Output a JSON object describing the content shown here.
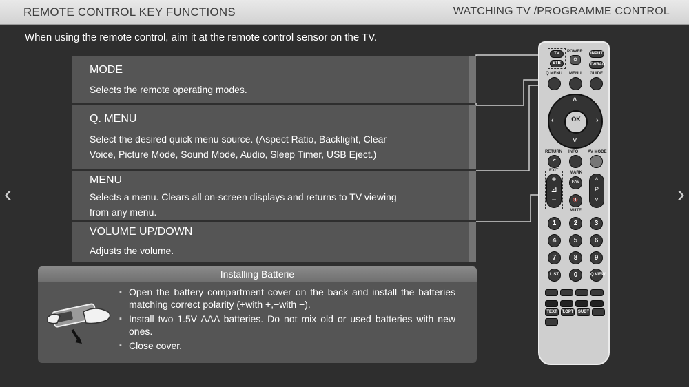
{
  "header": {
    "title": "REMOTE CONTROL KEY FUNCTIONS",
    "section": "WATCHING TV /PROGRAMME CONTROL"
  },
  "intro": "When using the remote control, aim it at the remote control sensor on the TV.",
  "nav": {
    "prev": "‹",
    "next": "›"
  },
  "panels": {
    "mode": {
      "title": "MODE",
      "desc": "Selects the remote operating modes."
    },
    "qmenu": {
      "title": "Q. MENU",
      "desc": "Select the desired quick menu source. (Aspect Ratio, Backlight, Clear Voice, Picture Mode, Sound Mode, Audio, Sleep Timer, USB Eject.)"
    },
    "menu": {
      "title": "MENU",
      "desc": "Selects a menu. Clears all on-screen displays and returns to TV viewing from any menu."
    },
    "volume": {
      "title": "VOLUME UP/DOWN",
      "desc": "Adjusts the volume."
    }
  },
  "battery": {
    "title": "Installing Batterie",
    "steps": [
      "Open the battery compartment cover on the back and install the batteries matching correct polarity (+with +,−with −).",
      "Install two 1.5V AAA batteries. Do not mix old or used batteries with new ones.",
      "Close cover."
    ]
  },
  "remote": {
    "tv": "TV",
    "stb": "STB",
    "power": "POWER",
    "input": "INPUT",
    "tvrad": "TV/RAD",
    "qmenu": "Q.MENU",
    "menu": "MENU",
    "guide": "GUIDE",
    "ok": "OK",
    "return": "RETURN",
    "info": "INFO",
    "avmode": "AV MODE",
    "exit": "EXIT",
    "mark": "MARK",
    "fav": "FAV",
    "mute": "MUTE",
    "p": "P",
    "numbers": [
      "1",
      "2",
      "3",
      "4",
      "5",
      "6",
      "7",
      "8",
      "9"
    ],
    "list": "LIST",
    "zero": "0",
    "qview": "Q.VIEW",
    "text": "TEXT",
    "topt": "T.OPT",
    "subt": "SUBT"
  },
  "colors": {
    "background": "#2e2e2e",
    "panel": "#555555",
    "header": "#dedede",
    "remote": "#cfcfcf"
  }
}
